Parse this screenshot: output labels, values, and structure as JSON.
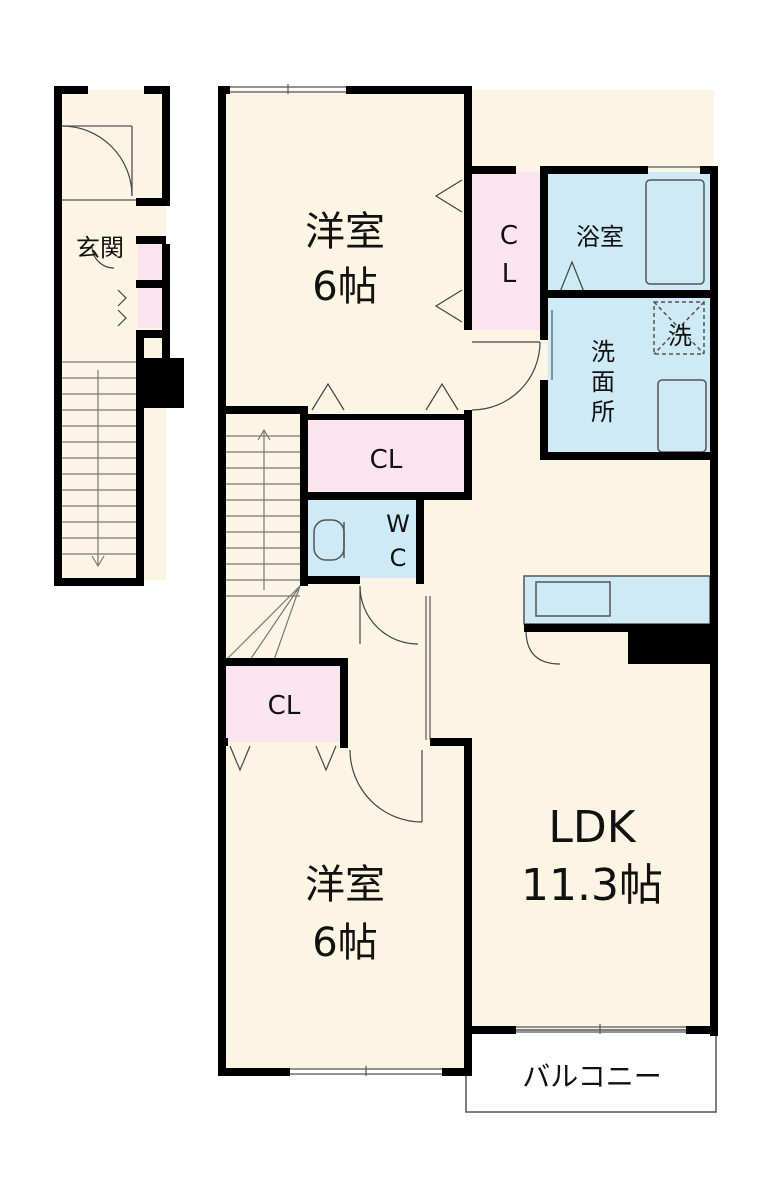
{
  "rooms": {
    "bedroom_top": {
      "name": "洋室",
      "size": "6帖"
    },
    "bedroom_bottom": {
      "name": "洋室",
      "size": "6帖"
    },
    "ldk": {
      "name": "LDK",
      "size": "11.3帖"
    },
    "entrance": {
      "name": "玄関"
    },
    "bath": {
      "name": "浴室"
    },
    "washroom": {
      "name_chars": [
        "洗",
        "面",
        "所"
      ]
    },
    "washer": {
      "name": "洗"
    },
    "closet_top_vertical": {
      "chars": [
        "C",
        "L"
      ]
    },
    "closet_mid": {
      "name": "CL"
    },
    "closet_bottom": {
      "name": "CL"
    },
    "toilet": {
      "chars": [
        "W",
        "C"
      ]
    },
    "balcony": {
      "name": "バルコニー"
    }
  },
  "colors": {
    "wall": "#000000",
    "room_floor": "#fdf5e4",
    "closet": "#fbe4ee",
    "wet_area": "#cdeaf6",
    "balcony": "#ffffff"
  }
}
